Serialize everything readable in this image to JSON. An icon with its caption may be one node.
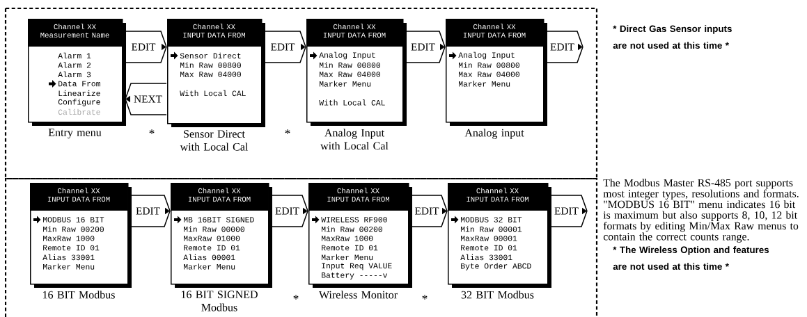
{
  "diagram": {
    "nodes": [
      {
        "text": [],
        "shape": "box"
      },
      {
        "text": [
          "Channel XX Measurement Name",
          "Alarm 1",
          "Alarm 2",
          "Alarm 3",
          "Data From",
          "Linearize",
          "Configure",
          "Calibrate"
        ],
        "beside": [
          "Entry menu"
        ],
        "in": 0
      },
      {
        "text": [
          "Channel XX INPUT DATA FROM",
          "Sensor Direct",
          "Min Raw 00800",
          "Max Raw 04000",
          "With Local CAL"
        ],
        "beside": [
          "Sensor Direct with Local Cal"
        ],
        "in": 0
      },
      {
        "text": [
          "Channel XX INPUT DATA FROM",
          "Analog Input",
          "Min Raw 00800",
          "Max Raw 04000",
          "Marker Menu",
          "With Local CAL"
        ],
        "beside": [
          "Analog Input with Local Cal"
        ],
        "in": 0
      },
      {
        "text": [
          "Channel XX INPUT DATA FROM",
          "Analog Input",
          "Min Raw 00800",
          "Max Raw 04000",
          "Marker Menu"
        ],
        "beside": [
          "Analog input"
        ],
        "in": 0
      },
      {
        "text": [],
        "shape": "box"
      },
      {
        "text": [
          "Channel XX INPUT DATA FROM",
          "MODBUS 16 BIT",
          "Min Raw 00200",
          "MaxRaw 1000",
          "Remote ID 01",
          "Alias 33001",
          "Marker Menu"
        ],
        "beside": [
          "16 BIT Modbus"
        ],
        "in": 5
      },
      {
        "text": [
          "Channel XX INPUT DATA FROM",
          "MB 16BIT SIGNED",
          "Min Raw 00000",
          "MaxRaw 01000",
          "Remote ID 01",
          "Alias 00001",
          "Marker Menu"
        ],
        "beside": [
          "16 BIT SIGNED Modbus"
        ],
        "in": 5
      },
      {
        "text": [
          "Channel XX INPUT DATA FROM",
          "WIRELESS RF900",
          "Min Raw 00200",
          "MaxRaw 1000",
          "Remote ID 01",
          "Marker Menu",
          "Input Req VALUE",
          "Battery -----v"
        ],
        "beside": [
          "Wireless Monitor"
        ],
        "in": 5
      },
      {
        "text": [
          "Channel XX INPUT DATA FROM",
          "MODBUS 32 BIT",
          "Min Raw 00001",
          "MaxRaw 00001",
          "Remote ID 01",
          "Alias 33001",
          "Byte Order ABCD"
        ],
        "beside": [
          "32 BIT Modbus"
        ],
        "in": 5
      }
    ],
    "edges": [
      {
        "from": 1,
        "to": 2,
        "arrow": "to",
        "label": "EDIT"
      },
      {
        "from": 2,
        "to": 1,
        "arrow": "to",
        "label": "NEXT"
      },
      {
        "from": 2,
        "to": 3,
        "arrow": "to",
        "label": "EDIT"
      },
      {
        "from": 3,
        "to": 4,
        "arrow": "to",
        "label": "EDIT"
      },
      {
        "from": 4,
        "to": null,
        "arrow": "to",
        "label": "EDIT"
      },
      {
        "from": 6,
        "to": 7,
        "arrow": "to",
        "label": "EDIT"
      },
      {
        "from": 7,
        "to": 8,
        "arrow": "to",
        "label": "EDIT"
      },
      {
        "from": 8,
        "to": 9,
        "arrow": "to",
        "label": "EDIT"
      },
      {
        "from": 9,
        "to": null,
        "arrow": "to",
        "label": "EDIT"
      }
    ],
    "labels": [
      "* Direct Gas Sensor inputs are not used at this time *",
      "*",
      "*",
      "The Modbus Master RS-485 port supports most integer types, resolutions and formats. \"MODBUS 16 BIT\" menu indicates 16 bit is maximum but also supports 8, 10, 12 bit formats by editing Min/Max Raw menus to contain the correct counts range.",
      "* The Wireless Option and features are not used at this time *",
      "*",
      "*"
    ]
  }
}
